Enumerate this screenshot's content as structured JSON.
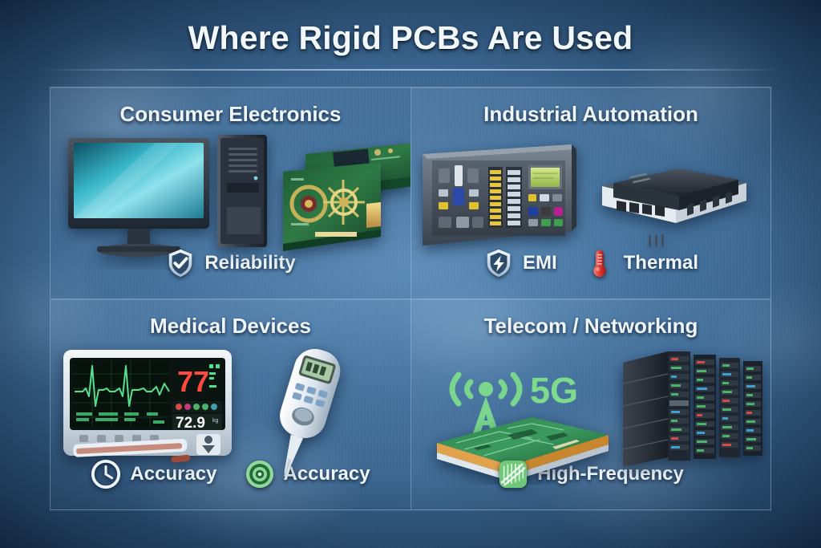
{
  "header": {
    "title": "Where Rigid PCBs Are Used"
  },
  "panels": [
    {
      "id": "consumer-electronics",
      "title": "Consumer Electronics",
      "artwork": [
        {
          "name": "desktop-monitor-illustration",
          "caption": "LCD monitor with teal gradient screen"
        },
        {
          "name": "pc-tower-illustration",
          "caption": "Dark desktop computer tower"
        },
        {
          "name": "graphics-card-pcb-illustration",
          "caption": "Green rigid PCB expansion cards with gold connectors"
        }
      ],
      "badges": [
        {
          "icon": "shield-check-icon",
          "label": "Reliability",
          "color": "#d8e6f2"
        }
      ]
    },
    {
      "id": "industrial-automation",
      "title": "Industrial Automation",
      "artwork": [
        {
          "name": "industrial-control-panel-illustration",
          "caption": "Control cabinet with green LCD, yellow terminal blocks and colored keys"
        },
        {
          "name": "plc-module-illustration",
          "caption": "PLC module on white terminal base"
        }
      ],
      "badges": [
        {
          "icon": "shield-bolt-icon",
          "label": "EMI",
          "color": "#d8e6f2"
        },
        {
          "icon": "thermometer-icon",
          "label": "Thermal",
          "color": "#e03a34"
        }
      ]
    },
    {
      "id": "medical-devices",
      "title": "Medical Devices",
      "artwork": [
        {
          "name": "patient-monitor-illustration",
          "caption": "Bedside patient monitor with ECG trace"
        },
        {
          "name": "digital-thermometer-illustration",
          "caption": "Handheld digital probe thermometer"
        }
      ],
      "badges": [
        {
          "icon": "clock-icon",
          "label": "Accuracy",
          "color": "#eef4fa"
        },
        {
          "icon": "target-icon",
          "label": "Accuracy",
          "color": "#76cf86"
        }
      ]
    },
    {
      "id": "telecom-networking",
      "title": "Telecom / Networking",
      "artwork": [
        {
          "name": "5g-tower-icon",
          "caption": "Cell tower glyph with radio waves"
        },
        {
          "name": "multilayer-pcb-illustration",
          "caption": "Green multilayer rigid PCB board"
        },
        {
          "name": "server-rack-illustration",
          "caption": "Row of dark server racks with status LEDs"
        }
      ],
      "badges": [
        {
          "icon": "circuit-trace-icon",
          "label": "High-Frequency",
          "color": "#6ec878"
        }
      ]
    }
  ],
  "device_readouts": {
    "patient_monitor": {
      "primary_value": "72.9",
      "primary_unit": "kg",
      "vitals_value": "77",
      "waveform": "ecg"
    },
    "telecom": {
      "network_label": "5G"
    }
  },
  "theme": {
    "background_blue": "#3a6691",
    "panel_border": "#c4dcf4",
    "title_text": "#f2f7fc",
    "pcb_green": "#2f7a45",
    "accent_green": "#6ec878",
    "thermal_red": "#e03a34"
  }
}
